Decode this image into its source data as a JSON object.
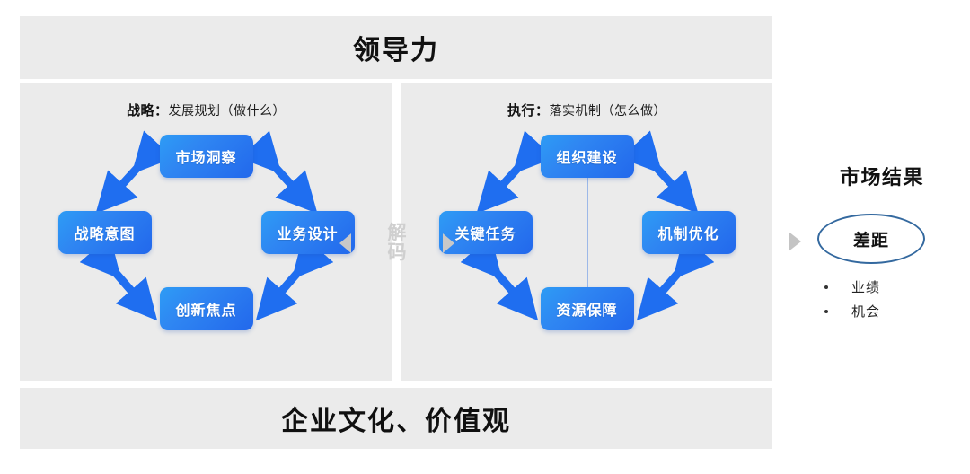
{
  "top_banner": {
    "title": "领导力"
  },
  "bottom_banner": {
    "title": "企业文化、价值观"
  },
  "panels": [
    {
      "id": "strategy",
      "heading_lead": "战略：",
      "heading_rest": "发展规划（做什么）",
      "nodes": {
        "top": "市场洞察",
        "right": "业务设计",
        "bottom": "创新焦点",
        "left": "战略意图"
      }
    },
    {
      "id": "execution",
      "heading_lead": "执行：",
      "heading_rest": "落实机制（怎么做）",
      "nodes": {
        "top": "组织建设",
        "right": "机制优化",
        "bottom": "资源保障",
        "left": "关键任务"
      }
    }
  ],
  "decode": {
    "label": "解码"
  },
  "results": {
    "title": "市场结果",
    "gap_label": "差距",
    "items": [
      "业绩",
      "机会"
    ]
  },
  "colors": {
    "panel_bg": "#ebebeb",
    "node_gradient_start": "#2d9cf5",
    "node_gradient_end": "#2268ec",
    "arrow_blue": "#1f6ef0",
    "connector_line": "#9cb8e8",
    "ellipse_border": "#34699f",
    "decode_text": "#cfcfcf",
    "triangle_gray": "#c8c8c8"
  }
}
